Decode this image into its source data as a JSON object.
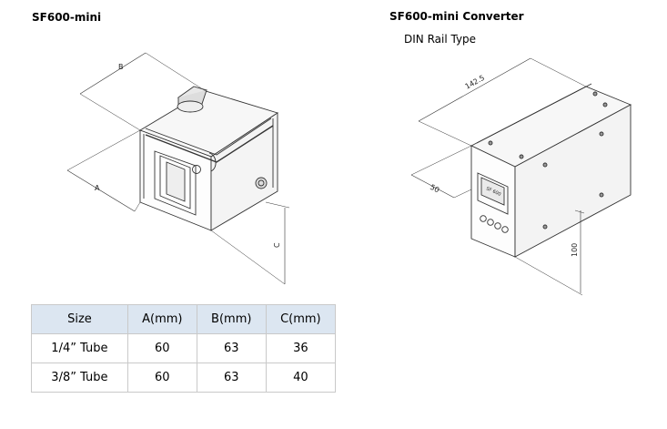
{
  "left_panel": {
    "title": "SF600-mini",
    "dimension_labels": {
      "a": "A",
      "b": "B",
      "c": "C"
    }
  },
  "right_panel": {
    "title": "SF600-mini Converter",
    "subtitle": "DIN Rail Type",
    "dimension_labels": {
      "length": "142.5",
      "depth": "50",
      "height": "100"
    },
    "display_text": "SF 600"
  },
  "table": {
    "headers": [
      "Size",
      "A(mm)",
      "B(mm)",
      "C(mm)"
    ],
    "rows": [
      [
        "1/4” Tube",
        "60",
        "63",
        "36"
      ],
      [
        "3/8” Tube",
        "60",
        "63",
        "40"
      ]
    ]
  }
}
